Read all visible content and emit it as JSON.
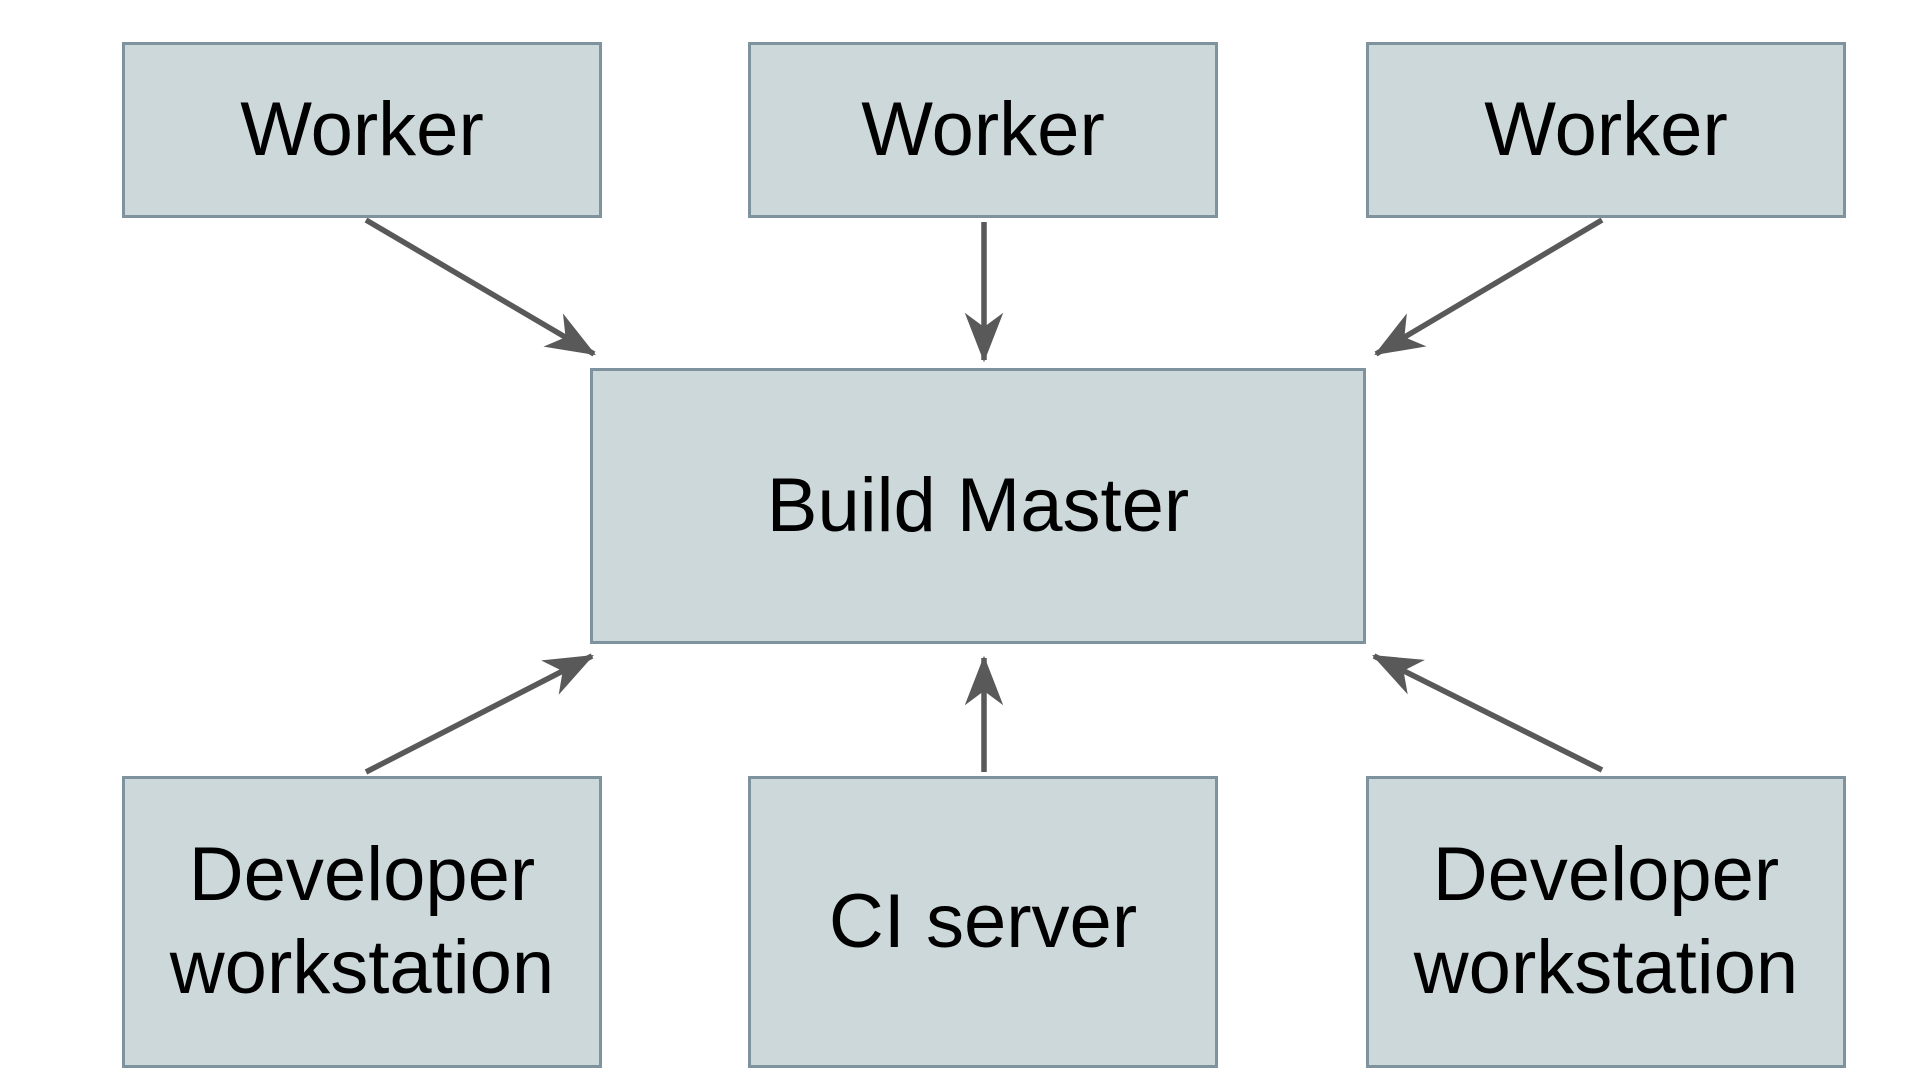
{
  "diagram": {
    "nodes": [
      {
        "id": "worker-1",
        "label": "Worker"
      },
      {
        "id": "worker-2",
        "label": "Worker"
      },
      {
        "id": "worker-3",
        "label": "Worker"
      },
      {
        "id": "build-master",
        "label": "Build Master"
      },
      {
        "id": "developer-workstation-left",
        "label": "Developer workstation"
      },
      {
        "id": "ci-server",
        "label": "CI server"
      },
      {
        "id": "developer-workstation-right",
        "label": "Developer workstation"
      }
    ],
    "edges": [
      {
        "from": "worker-1",
        "to": "build-master",
        "direction": "down-right"
      },
      {
        "from": "worker-2",
        "to": "build-master",
        "direction": "down"
      },
      {
        "from": "worker-3",
        "to": "build-master",
        "direction": "down-left"
      },
      {
        "from": "developer-workstation-left",
        "to": "build-master",
        "direction": "up-right"
      },
      {
        "from": "ci-server",
        "to": "build-master",
        "direction": "up"
      },
      {
        "from": "developer-workstation-right",
        "to": "build-master",
        "direction": "up-left"
      }
    ],
    "colors": {
      "background": "#ffffff",
      "node_fill": "#cdd8da",
      "node_border": "#7e939d",
      "arrow": "#595959",
      "text": "#000000"
    }
  }
}
